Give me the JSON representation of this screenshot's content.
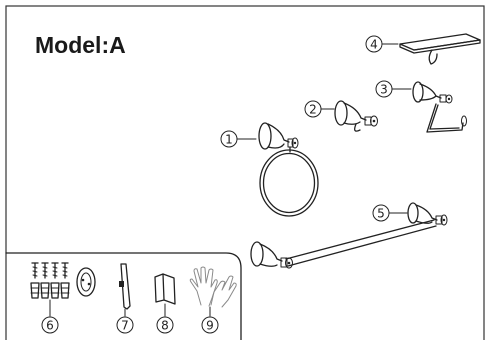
{
  "title": "Model:A",
  "callouts": [
    {
      "number": "1"
    },
    {
      "number": "2"
    },
    {
      "number": "3"
    },
    {
      "number": "4"
    },
    {
      "number": "5"
    },
    {
      "number": "6"
    },
    {
      "number": "7"
    },
    {
      "number": "8"
    },
    {
      "number": "9"
    }
  ],
  "colors": {
    "line": "#222222",
    "frame": "#333333",
    "background": "#ffffff",
    "glove": "#8a8a8a"
  },
  "icons": [
    "towel-ring-icon",
    "robe-hook-icon",
    "toilet-paper-holder-icon",
    "shelf-icon",
    "towel-bar-icon",
    "screws-anchors-icon",
    "mounting-plate-icon",
    "hex-key-icon",
    "instruction-sheet-icon",
    "gloves-icon"
  ]
}
